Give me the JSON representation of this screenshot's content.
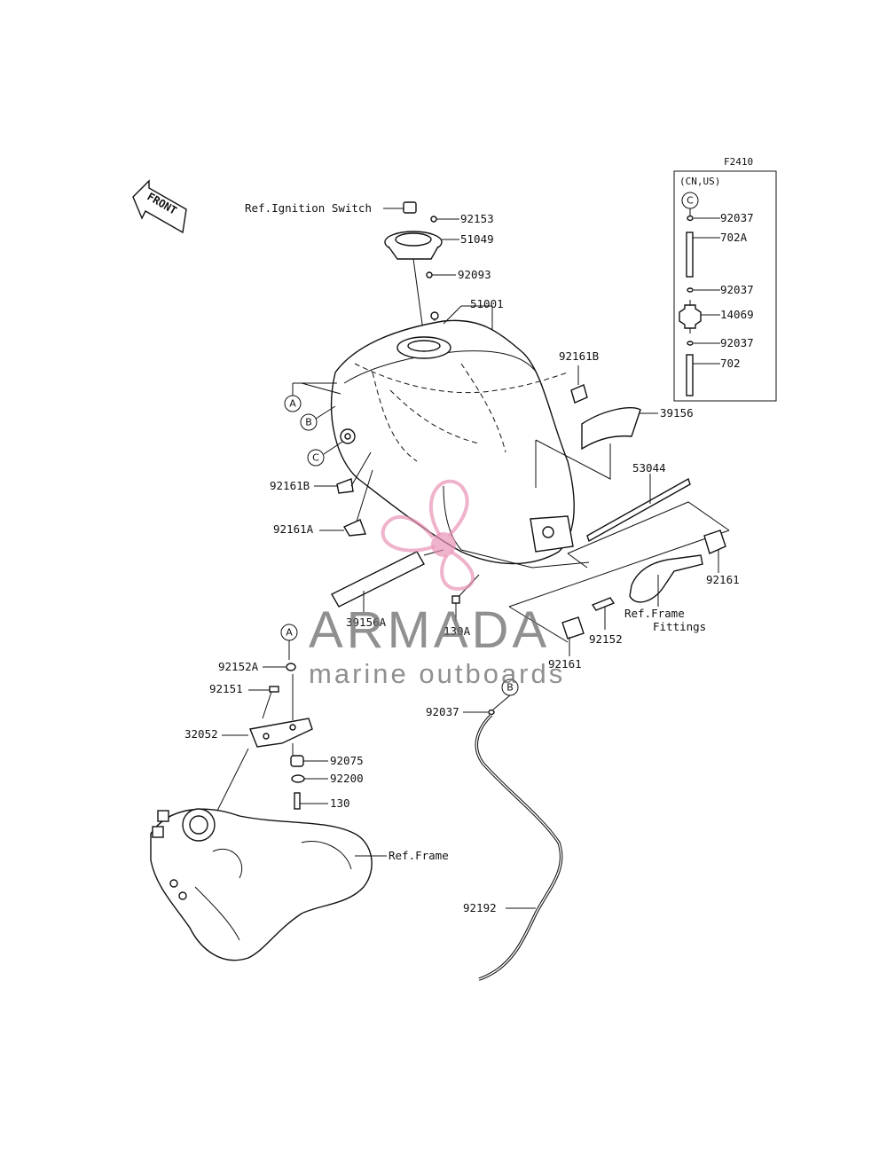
{
  "diagram_code": "F2410",
  "front_label": "FRONT",
  "inset": {
    "region_label": "(CN,US)",
    "ref_letter": "C",
    "parts": [
      "92037",
      "702A",
      "92037",
      "14069",
      "92037",
      "702"
    ]
  },
  "callouts": {
    "ref_ignition_switch": "Ref.Ignition Switch",
    "p92153": "92153",
    "p51049": "51049",
    "p92093": "92093",
    "p51001": "51001",
    "p92161B_top": "92161B",
    "p39156": "39156",
    "p53044": "53044",
    "p92161B_left": "92161B",
    "p92161A": "92161A",
    "p39156A": "39156A",
    "p130A": "130A",
    "p92161_right": "92161",
    "ref_frame_fittings_1": "Ref.Frame",
    "ref_frame_fittings_2": "Fittings",
    "p92152": "92152",
    "p92161_mid": "92161",
    "p92152A": "92152A",
    "p92151": "92151",
    "p32052": "32052",
    "p92075": "92075",
    "p92200": "92200",
    "p130": "130",
    "ref_frame": "Ref.Frame",
    "p92037_hose": "92037",
    "p92192": "92192"
  },
  "ref_letters": {
    "a_top": "A",
    "b_top": "B",
    "c_left": "C",
    "a_lower": "A",
    "b_hose": "B"
  },
  "watermark": {
    "brand": "ARMADA",
    "tagline": "marine outboards",
    "logo_color": "#e88fb4",
    "text_color": "#6f6f6f"
  }
}
